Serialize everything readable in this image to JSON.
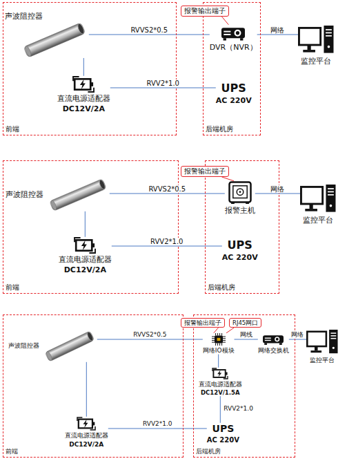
{
  "diagram": {
    "nodes": [
      {
        "text": [
          "前端"
        ]
      },
      {
        "text": [
          "后端机房"
        ]
      },
      {
        "text": [
          "声波阻控器"
        ],
        "in": 0
      },
      {
        "text": [
          "直流电源适配器",
          "DC12V/2A"
        ],
        "in": 0
      },
      {
        "text": [
          "报警输出端子"
        ]
      },
      {
        "text": [
          "DVR（NVR）"
        ],
        "in": 1
      },
      {
        "text": [
          "UPS",
          "AC 220V"
        ],
        "in": 1
      },
      {
        "text": [
          "监控平台"
        ]
      },
      {
        "text": [
          "前端"
        ]
      },
      {
        "text": [
          "后端机房"
        ]
      },
      {
        "text": [
          "声波阻控器"
        ],
        "in": 8
      },
      {
        "text": [
          "直流电源适配器",
          "DC12V/2A"
        ],
        "in": 8
      },
      {
        "text": [
          "报警输出端子"
        ]
      },
      {
        "text": [
          "报警主机"
        ],
        "in": 9
      },
      {
        "text": [
          "UPS",
          "AC 220V"
        ],
        "in": 9
      },
      {
        "text": [
          "监控平台"
        ]
      },
      {
        "text": [
          "前端"
        ]
      },
      {
        "text": [
          "后端机房"
        ]
      },
      {
        "text": [
          "声波阻控器"
        ],
        "in": 16
      },
      {
        "text": [
          "直流电源适配器",
          "DC12V/2A"
        ],
        "in": 16
      },
      {
        "text": [
          "报警输出端子"
        ]
      },
      {
        "text": [
          "RJ45网口"
        ]
      },
      {
        "text": [
          "网络IO模块"
        ],
        "in": 17
      },
      {
        "text": [
          "网络交换机"
        ],
        "in": 17
      },
      {
        "text": [
          "监控平台"
        ]
      },
      {
        "text": [
          "直流电源适配器",
          "DC12V/1.5A"
        ],
        "in": 17
      },
      {
        "text": [
          "UPS",
          "AC 220V"
        ],
        "in": 17
      }
    ],
    "edges": [
      {
        "from": 2,
        "to": 5,
        "label": "RVVS2*0.5",
        "arrow": "none"
      },
      {
        "from": 5,
        "to": 7,
        "label": "网络",
        "arrow": "none"
      },
      {
        "from": 4,
        "to": 5,
        "arrow": "none"
      },
      {
        "from": 6,
        "to": 3,
        "label": "RVV2*1.0",
        "arrow": "none"
      },
      {
        "from": 3,
        "to": 2,
        "arrow": "none"
      },
      {
        "from": 10,
        "to": 13,
        "label": "RVVS2*0.5",
        "arrow": "none"
      },
      {
        "from": 13,
        "to": 15,
        "label": "网络",
        "arrow": "none"
      },
      {
        "from": 12,
        "to": 13,
        "arrow": "none"
      },
      {
        "from": 14,
        "to": 11,
        "label": "RVV2*1.0",
        "arrow": "none"
      },
      {
        "from": 11,
        "to": 10,
        "arrow": "none"
      },
      {
        "from": 18,
        "to": 22,
        "label": "RVVS2*0.5",
        "arrow": "none"
      },
      {
        "from": 22,
        "to": 23,
        "label": "网线",
        "arrow": "none"
      },
      {
        "from": 23,
        "to": 24,
        "label": "网络",
        "arrow": "none"
      },
      {
        "from": 20,
        "to": 22,
        "arrow": "none"
      },
      {
        "from": 21,
        "to": 22,
        "arrow": "none"
      },
      {
        "from": 25,
        "to": 22,
        "arrow": "none"
      },
      {
        "from": 26,
        "to": 25,
        "label": "RVV2*1.0",
        "arrow": "none"
      },
      {
        "from": 26,
        "to": 19,
        "label": "RVV2*1.0",
        "arrow": "none"
      },
      {
        "from": 19,
        "to": 18,
        "arrow": "none"
      }
    ]
  }
}
